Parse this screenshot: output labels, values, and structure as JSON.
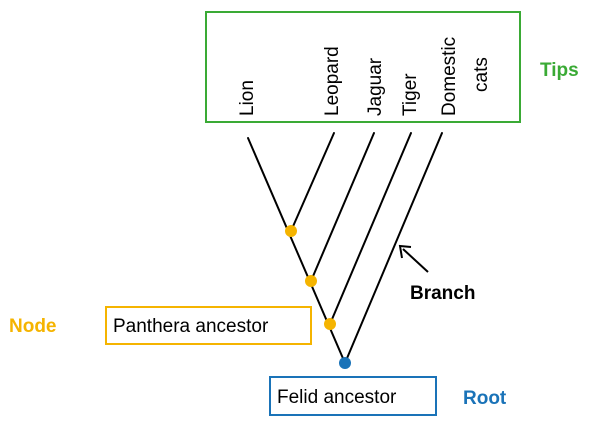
{
  "tips": {
    "title": "Tips",
    "labels": [
      "Lion",
      "Leopard",
      "Jaguar",
      "Tiger",
      "Domestic",
      "cats"
    ]
  },
  "annotations": {
    "branch": "Branch",
    "node": "Node",
    "root": "Root"
  },
  "boxes": {
    "panthera": "Panthera ancestor",
    "felid": "Felid ancestor"
  },
  "colors": {
    "tips_accent": "#3aaa35",
    "node_accent": "#f5b400",
    "root_accent": "#1a73b8",
    "line": "#000000"
  }
}
